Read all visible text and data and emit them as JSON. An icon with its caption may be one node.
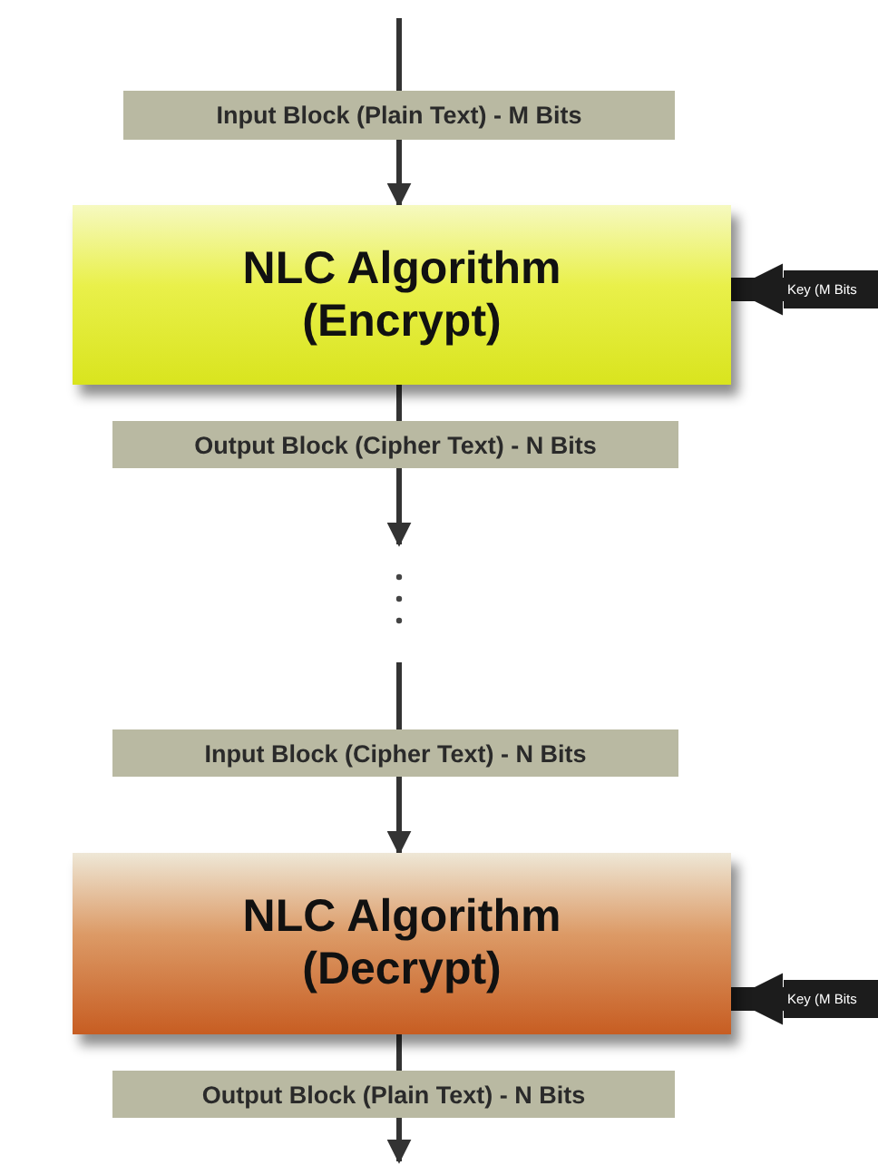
{
  "diagram": {
    "nodes": [
      {
        "text": [
          "Input Block (Plain Text) - M Bits"
        ]
      },
      {
        "text": [
          "NLC Algorithm (Encrypt)"
        ]
      },
      {
        "text": [
          "Key (M Bits"
        ]
      },
      {
        "text": [
          "Output Block (Cipher Text) - N Bits"
        ]
      },
      {
        "text": [
          "Input Block (Cipher Text) - N Bits"
        ]
      },
      {
        "text": [
          "NLC Algorithm (Decrypt)"
        ]
      },
      {
        "text": [
          "Key (M Bits"
        ]
      },
      {
        "text": [
          "Output Block (Plain Text) - N Bits"
        ]
      }
    ],
    "edges": [
      {
        "from": null,
        "to": 0,
        "arrow": "none"
      },
      {
        "from": 0,
        "to": 1,
        "arrow": "to"
      },
      {
        "from": 2,
        "to": 1,
        "arrow": "to",
        "style": "thick"
      },
      {
        "from": 1,
        "to": 3,
        "arrow": "none"
      },
      {
        "from": 3,
        "to": null,
        "arrow": "to"
      },
      {
        "from": null,
        "to": 4,
        "arrow": "none"
      },
      {
        "from": 4,
        "to": 5,
        "arrow": "to"
      },
      {
        "from": 6,
        "to": 5,
        "arrow": "to",
        "style": "thick"
      },
      {
        "from": 5,
        "to": 7,
        "arrow": "none"
      },
      {
        "from": 7,
        "to": null,
        "arrow": "to"
      }
    ]
  }
}
